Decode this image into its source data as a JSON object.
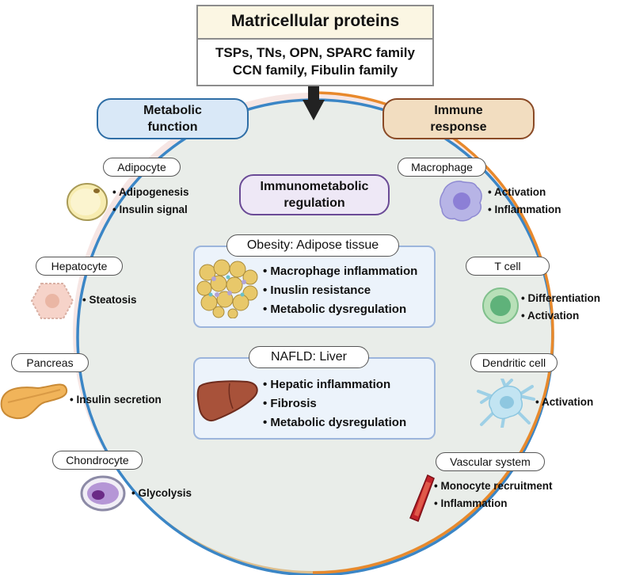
{
  "header": {
    "title": "Matricellular proteins",
    "line1": "TSPs, TNs, OPN, SPARC family",
    "line2": "CCN family, Fibulin family"
  },
  "left": {
    "title_line1": "Metabolic",
    "title_line2": "function",
    "adipocyte": {
      "label": "Adipocyte",
      "bullets": [
        "• Adipogenesis",
        "• Insulin signal"
      ]
    },
    "hepatocyte": {
      "label": "Hepatocyte",
      "bullets": [
        "• Steatosis"
      ]
    },
    "pancreas": {
      "label": "Pancreas",
      "bullets": [
        "• Insulin secretion"
      ]
    },
    "chondrocyte": {
      "label": "Chondrocyte",
      "bullets": [
        "• Glycolysis"
      ]
    }
  },
  "right": {
    "title_line1": "Immune",
    "title_line2": "response",
    "macrophage": {
      "label": "Macrophage",
      "bullets": [
        "• Activation",
        "• Inflammation"
      ]
    },
    "tcell": {
      "label": "T cell",
      "bullets": [
        "• Differentiation",
        "• Activation"
      ]
    },
    "dendritic": {
      "label": "Dendritic cell",
      "bullets": [
        "• Activation"
      ]
    },
    "vascular": {
      "label": "Vascular system",
      "bullets": [
        "• Monocyte recruitment",
        "• Inflammation"
      ]
    }
  },
  "center": {
    "title_line1": "Immunometabolic",
    "title_line2": "regulation",
    "obesity": {
      "label": "Obesity: Adipose tissue",
      "bullets": [
        "• Macrophage inflammation",
        "• Inuslin resistance",
        "• Metabolic dysregulation"
      ]
    },
    "nafld": {
      "label": "NAFLD: Liver",
      "bullets": [
        "• Hepatic inflammation",
        "• Fibrosis",
        "• Metabolic dysregulation"
      ]
    }
  },
  "colors": {
    "left_circle": "#3b86c6",
    "left_fill": "#eef6fa",
    "right_circle": "#e8892c",
    "right_fill": "#f6e6e4",
    "overlap_ring": "#ddbf8e",
    "overlap_fill": "#e9ede9",
    "metabolic_pill": "#d9e8f7",
    "immune_pill": "#f2ddc0",
    "immuno_pill": "#eee8f6"
  }
}
